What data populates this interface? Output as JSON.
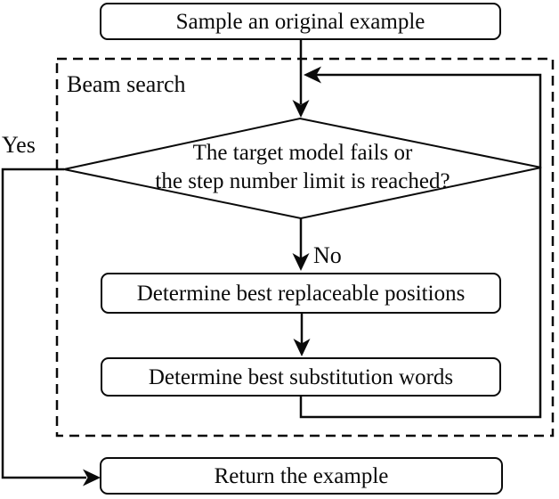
{
  "figure": {
    "type": "flowchart",
    "colors": {
      "line": "#0a0a0a",
      "background": "#ffffff"
    },
    "container_label": "Beam search",
    "nodes": {
      "sample": "Sample an original example",
      "decision_line1": "The target model fails or",
      "decision_line2": "the step number limit is reached?",
      "positions": "Determine best replaceable positions",
      "words": "Determine best substitution words",
      "return": "Return the example"
    },
    "edge_labels": {
      "yes": "Yes",
      "no": "No"
    }
  }
}
